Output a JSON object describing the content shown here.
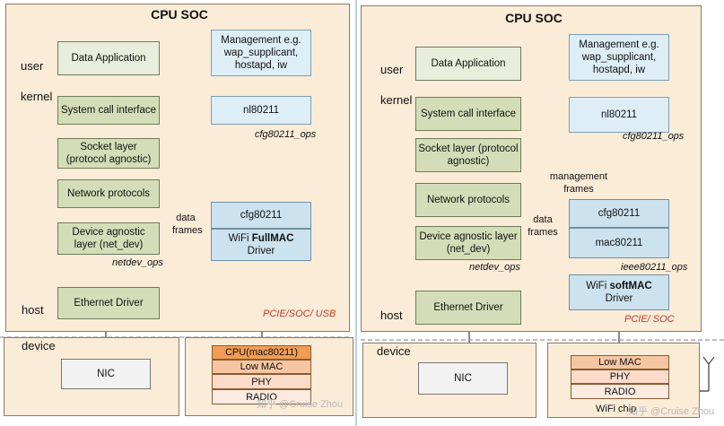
{
  "left": {
    "title": "CPU SOC",
    "lanes": {
      "user": "user",
      "kernel": "kernel",
      "host": "host",
      "device": "device"
    },
    "boxes": {
      "data_app": "Data Application",
      "mgmt": "Management e.g. wap_supplicant, hostapd, iw",
      "syscall": "System call interface",
      "socket": "Socket layer (protocol agnostic)",
      "netproto": "Network protocols",
      "devagnostic": "Device agnostic layer (net_dev)",
      "eth": "Ethernet Driver",
      "nl80211": "nl80211",
      "cfg80211": "cfg80211",
      "driver_prefix": "WiFi ",
      "driver_bold": "FullMAC",
      "driver_suffix": "Driver",
      "nic": "NIC",
      "chip": [
        "CPU(mac80211)",
        "Low MAC",
        "PHY",
        "RADIO"
      ]
    },
    "labels": {
      "cfg_ops": "cfg80211_ops",
      "data_frames": "data frames",
      "netdev_ops": "netdev_ops",
      "bus": "PCIE/SOC/ USB",
      "watermark": "知乎 @Cruise Zhou"
    }
  },
  "right": {
    "title": "CPU SOC",
    "lanes": {
      "user": "user",
      "kernel": "kernel",
      "host": "host",
      "device": "device"
    },
    "boxes": {
      "data_app": "Data Application",
      "mgmt": "Management e.g. wap_supplicant, hostapd, iw",
      "syscall": "System call interface",
      "socket": "Socket layer (protocol agnostic)",
      "netproto": "Network protocols",
      "devagnostic": "Device agnostic layer (net_dev)",
      "eth": "Ethernet Driver",
      "nl80211": "nl80211",
      "cfg80211": "cfg80211",
      "mac80211": "mac80211",
      "driver_prefix": "WiFi ",
      "driver_bold": "softMAC",
      "driver_suffix": "Driver",
      "nic": "NIC",
      "chip": [
        "Low MAC",
        "PHY",
        "RADIO"
      ]
    },
    "labels": {
      "cfg_ops": "cfg80211_ops",
      "mgmt_frames": "management frames",
      "data_frames": "data frames",
      "netdev_ops": "netdev_ops",
      "ieee_ops": "ieee80211_ops",
      "bus": "PCIE/ SOC",
      "chip_label": "WiFi chip",
      "watermark": "知乎 @Cruise Zhou"
    }
  }
}
